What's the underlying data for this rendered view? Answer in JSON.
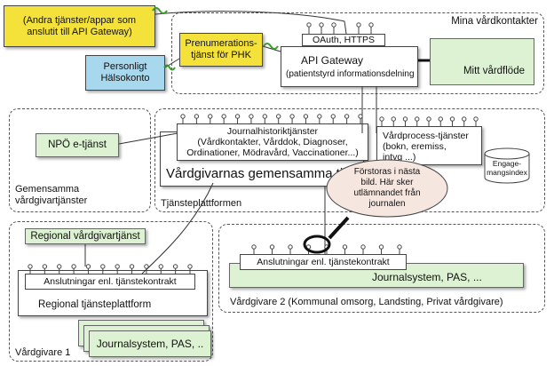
{
  "groups": {
    "mina_vardkontakter": "Mina vårdkontakter",
    "gemensamma": "Gemensamma\nvårdgivartjänster",
    "tjansteplattformen": "Tjänsteplattformen",
    "vardgivare1": "Vårdgivare 1",
    "vardgivare2": "Vårdgivare 2 (Kommunal omsorg, Landsting, Privat vårdgivare)"
  },
  "boxes": {
    "andra_tjanster": "(Andra tjänster/appar som\nanslutit till API Gateway)",
    "prenumeration": "Prenumerations-\ntjänst för PHK",
    "personligt": "Personligt\nHälsokonto",
    "oauth": "OAuth, HTTPS",
    "api_gateway_title": "API Gateway",
    "api_gateway_sub": "(patientstyrd informationsdelning",
    "mitt_vardflode": "Mitt vårdflöde",
    "npo": "NPÖ e-tjänst",
    "journalhistorik": "Journalhistoriktjänster\n(Vårdkontakter, Vårddok, Diagnoser,\nOrdinationer, Mödravård, Vaccinationer...)",
    "vardprocess": "Vårdprocess-tjänster\n(bokn, eremiss,\nintyg ...)",
    "engagemangsindex": "Engage-\nmangsindex",
    "vardgivarnas": "Vårdgivarnas gemensamma tjänster",
    "callout": "Förstoras i nästa\nbild. Här sker\nutlämnandet från\njournalen",
    "regional_vardgivartjanst": "Regional vårdgivartjänst",
    "anslutningar1": "Anslutningar enl. tjänstekontrakt",
    "regional_tjansteplattform": "Regional tjänsteplattform",
    "journalsystem1": "Journalsystem, PAS, ..",
    "anslutningar2": "Anslutningar enl. tjänstekontrakt",
    "journalsystem2": "Journalsystem, PAS, ..."
  },
  "colors": {
    "yellow": "#f4e23a",
    "green": "#dcf2d2",
    "blue": "#a8d8ee",
    "connector_green": "#3a9a2a"
  }
}
